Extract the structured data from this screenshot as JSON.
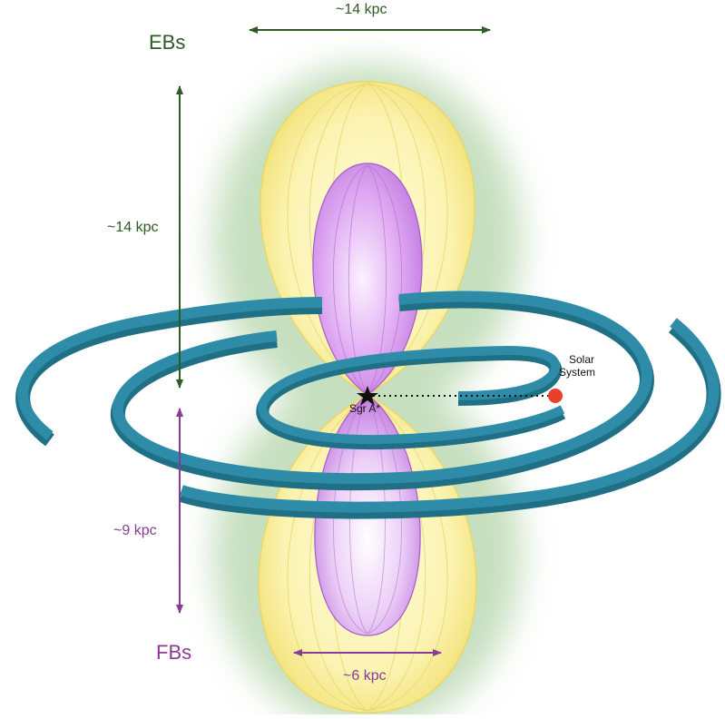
{
  "labels": {
    "eb_name": "EBs",
    "fb_name": "FBs",
    "eb_width": "~14 kpc",
    "eb_height": "~14 kpc",
    "fb_height": "~9 kpc",
    "fb_width": "~6 kpc",
    "galactic_center": "Sgr A*",
    "sun_line1": "Solar",
    "sun_line2": "System"
  },
  "colors": {
    "eb_label": "#2e5a24",
    "fb_label": "#8a3a94",
    "bubble_fill": "#fbf3a8",
    "bubble_glow": "#9fc79a",
    "fermi_fill": "#d9a0ee",
    "spiral_arm": "#2e8ca8",
    "solar_system": "#e8402a"
  },
  "icons": [
    "star-icon",
    "sun-dot-icon"
  ]
}
